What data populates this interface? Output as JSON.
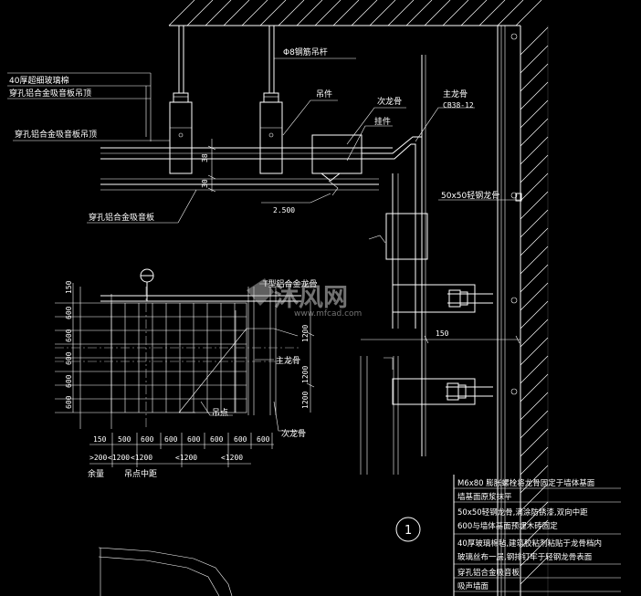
{
  "labels": {
    "rod": "Φ8钢筋吊杆",
    "glasswool": "40厚超细玻璃棉",
    "ceiling_top": "穿孔铝合金吸音板吊顶",
    "ceiling_mid": "穿孔铝合金吸音板吊顶",
    "panel": "穿孔铝合金吸音板",
    "hanger": "吊件",
    "secondary_keel": "次龙骨",
    "main_keel": "主龙骨",
    "main_keel_spec": "CB38-12",
    "pendant": "挂件",
    "steel_keel": "50x50轻钢龙骨",
    "t_keel": "T型铝合金龙骨",
    "plan_main_keel": "主龙骨",
    "hang_point": "吊点",
    "plan_secondary_keel": "次龙骨",
    "margin": "余量",
    "hang_spacing": "吊点中距",
    "detail_no": "1"
  },
  "dims": {
    "d38": "38",
    "d30": "30",
    "d2500": "2.500",
    "d150_right": "150",
    "v150": "150",
    "v600a": "600",
    "v600b": "600",
    "v600c": "600",
    "v600d": "600",
    "v600e": "600",
    "v1200a": "1200",
    "v1200b": "1200",
    "v1200c": "1200",
    "h150": "150",
    "h500": "500",
    "h600a": "600",
    "h600b": "600",
    "h600c": "600",
    "h600d": "600",
    "h600e": "600",
    "h600f": "600",
    "b200": ">200",
    "b1200a": "<1200",
    "b1200b": "<1200",
    "b1200c": "<1200",
    "b1200d": "<1200"
  },
  "legend": [
    "M6x80  膨胀螺栓将龙骨固定于墙体基面",
    "墙基面原浆抹平",
    "50x50轻钢龙骨,满涂防锈漆,双向中距",
    "600与墙体基面预埋木砖固定",
    "40厚玻璃棉毡,建筑胶粘剂粘贴于龙骨档内",
    "玻璃丝布一层,钢排钉牢于轻钢龙骨表面",
    "穿孔铝合金吸音板",
    "吸声墙面"
  ],
  "watermark": {
    "brand": "沐风网",
    "url": "www.mfcad.com"
  }
}
